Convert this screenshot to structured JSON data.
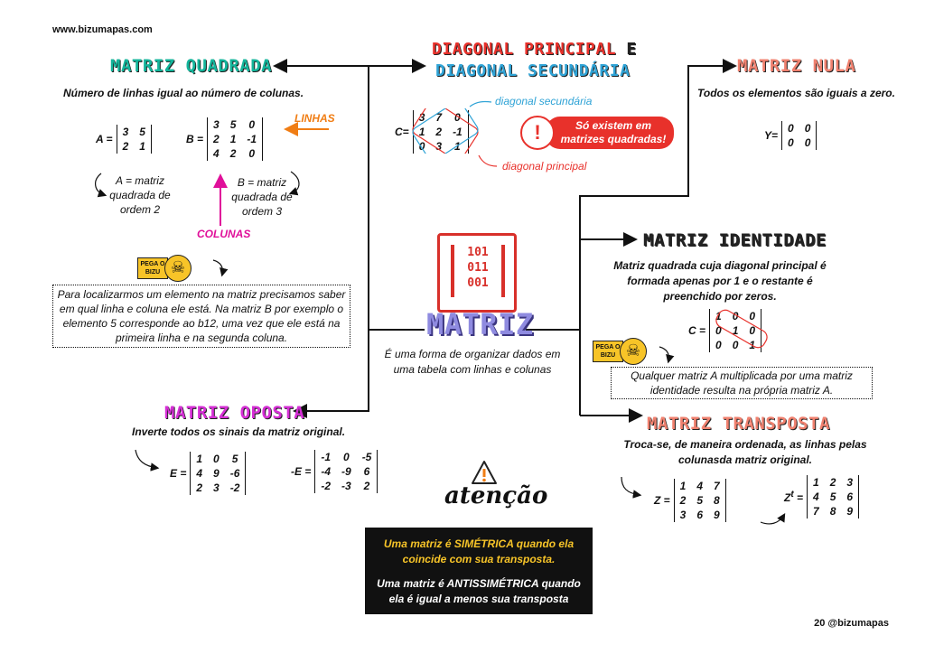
{
  "site": "www.bizumapas.com",
  "page_footer": "20 @bizumapas",
  "center": {
    "title": "MATRIZ",
    "description": "É uma forma de organizar dados em uma tabela com linhas e colunas"
  },
  "diagonal": {
    "title_line1a": "DIAGONAL PRINCIPAL",
    "title_line1b": " E",
    "title_line2": "DIAGONAL SECUNDÁRIA",
    "matrix_label": "C=",
    "matrix": [
      [
        "3",
        "7",
        "0"
      ],
      [
        "1",
        "2",
        "-1"
      ],
      [
        "0",
        "3",
        "1"
      ]
    ],
    "secondary_label": "diagonal secundária",
    "principal_label": "diagonal principal",
    "warning": "Só existem em matrizes quadradas!"
  },
  "quadrada": {
    "title": "MATRIZ QUADRADA",
    "subtitle": "Número de linhas igual ao número de colunas.",
    "a_label": "A =",
    "a_matrix": [
      [
        "3",
        "5"
      ],
      [
        "2",
        "1"
      ]
    ],
    "b_label": "B =",
    "b_matrix": [
      [
        "3",
        "5",
        "0"
      ],
      [
        "2",
        "1",
        "-1"
      ],
      [
        "4",
        "2",
        "0"
      ]
    ],
    "linhas": "LINHAS",
    "colunas": "COLUNAS",
    "a_note": "A = matriz quadrada de ordem 2",
    "b_note": "B = matriz quadrada de ordem 3",
    "bizu_badge": "PEGA O BIZU",
    "bizu_text": "Para localizarmos um elemento na matriz precisamos saber em qual linha e coluna ele está. Na matriz B por exemplo o elemento 5 corresponde ao b12, uma vez que ele está na primeira linha e na segunda coluna."
  },
  "nula": {
    "title": "MATRIZ NULA",
    "subtitle": "Todos os elementos são iguais a zero.",
    "label": "Y=",
    "matrix": [
      [
        "0",
        "0"
      ],
      [
        "0",
        "0"
      ]
    ]
  },
  "identidade": {
    "title": "MATRIZ IDENTIDADE",
    "subtitle": "Matriz quadrada cuja diagonal principal é formada apenas por 1 e o restante é preenchido por zeros.",
    "label": "C =",
    "matrix": [
      [
        "1",
        "0",
        "0"
      ],
      [
        "0",
        "1",
        "0"
      ],
      [
        "0",
        "0",
        "1"
      ]
    ],
    "bizu_badge": "PEGA O BIZU",
    "bizu_text": "Qualquer matriz A multiplicada por uma matriz identidade resulta na própria matriz A."
  },
  "oposta": {
    "title": "MATRIZ OPOSTA",
    "subtitle": "Inverte todos os sinais da matriz original.",
    "e_label": "E =",
    "e_matrix": [
      [
        "1",
        "0",
        "5"
      ],
      [
        "4",
        "9",
        "-6"
      ],
      [
        "2",
        "3",
        "-2"
      ]
    ],
    "ne_label": "-E =",
    "ne_matrix": [
      [
        "-1",
        "0",
        "-5"
      ],
      [
        "-4",
        "-9",
        "6"
      ],
      [
        "-2",
        "-3",
        "2"
      ]
    ]
  },
  "transposta": {
    "title": "MATRIZ TRANSPOSTA",
    "subtitle": "Troca-se, de maneira ordenada, as linhas pelas colunasda matriz original.",
    "z_label": "Z =",
    "z_matrix": [
      [
        "1",
        "4",
        "7"
      ],
      [
        "2",
        "5",
        "8"
      ],
      [
        "3",
        "6",
        "9"
      ]
    ],
    "zt_label": "Z",
    "zt_sup": "t",
    "zt_eq": " =",
    "zt_matrix": [
      [
        "1",
        "2",
        "3"
      ],
      [
        "4",
        "5",
        "6"
      ],
      [
        "7",
        "8",
        "9"
      ]
    ]
  },
  "atencao": {
    "word": "atenção",
    "line1": "Uma matriz é SIMÉTRICA quando ela coincide com sua transposta.",
    "line2": "Uma matriz é ANTISSIMÉTRICA quando ela é igual a menos sua transposta"
  },
  "colors": {
    "teal": "#13b59b",
    "red": "#e8312b",
    "blue": "#2fa3d6",
    "salmon": "#f0816f",
    "magenta": "#d62fd6",
    "orange": "#f07d14",
    "pink": "#e0109a",
    "yellow": "#f7c428",
    "purple": "#6a5acd"
  }
}
